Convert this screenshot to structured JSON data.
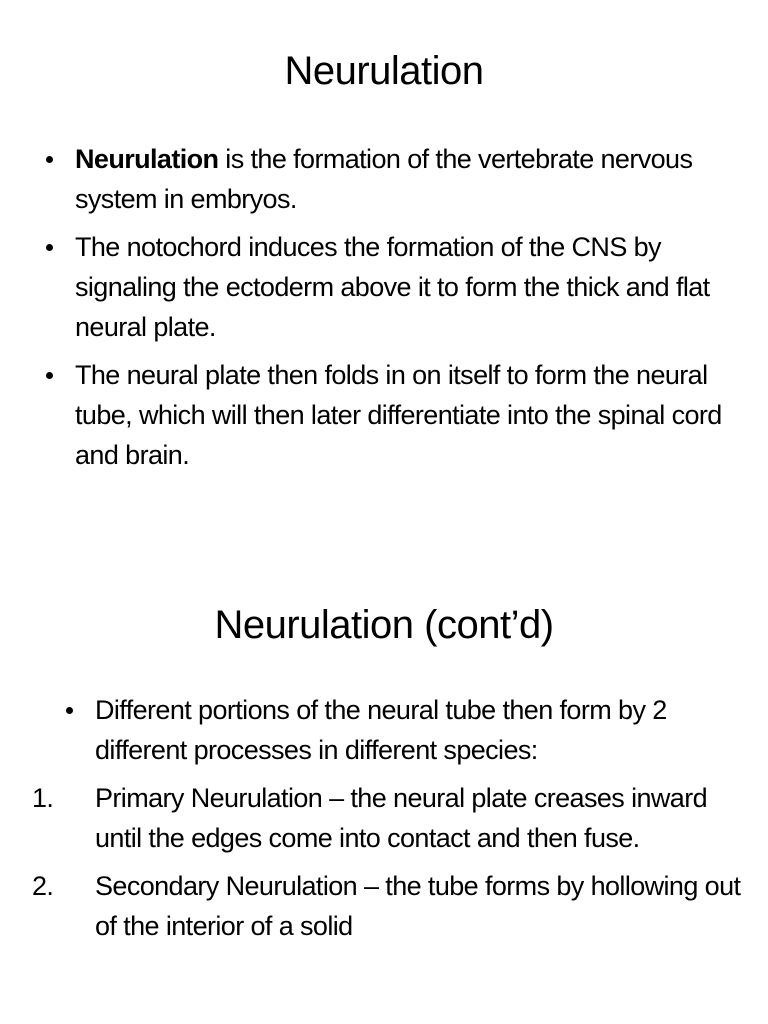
{
  "slides": [
    {
      "title": "Neurulation",
      "items": [
        {
          "marker": "bullet",
          "bold_lead": "Neurulation",
          "text": " is the formation of the vertebrate nervous system in embryos."
        },
        {
          "marker": "bullet",
          "text": "The notochord induces the formation of the CNS by signaling the ectoderm above it to form the thick and flat neural plate."
        },
        {
          "marker": "bullet",
          "text": "The neural plate then folds in on itself to form the neural tube, which will then later differentiate into the spinal cord and brain."
        }
      ]
    },
    {
      "title": "Neurulation (cont’d)",
      "items": [
        {
          "marker": "bullet",
          "text": "Different portions of the neural tube then form by 2 different processes in different species:"
        },
        {
          "marker": "1.",
          "text": "Primary Neurulation – the neural plate creases inward until the edges come into contact and then fuse."
        },
        {
          "marker": "2.",
          "text": "Secondary Neurulation – the tube forms by hollowing out of the interior of a solid"
        }
      ]
    }
  ],
  "colors": {
    "background": "#ffffff",
    "text": "#000000"
  }
}
